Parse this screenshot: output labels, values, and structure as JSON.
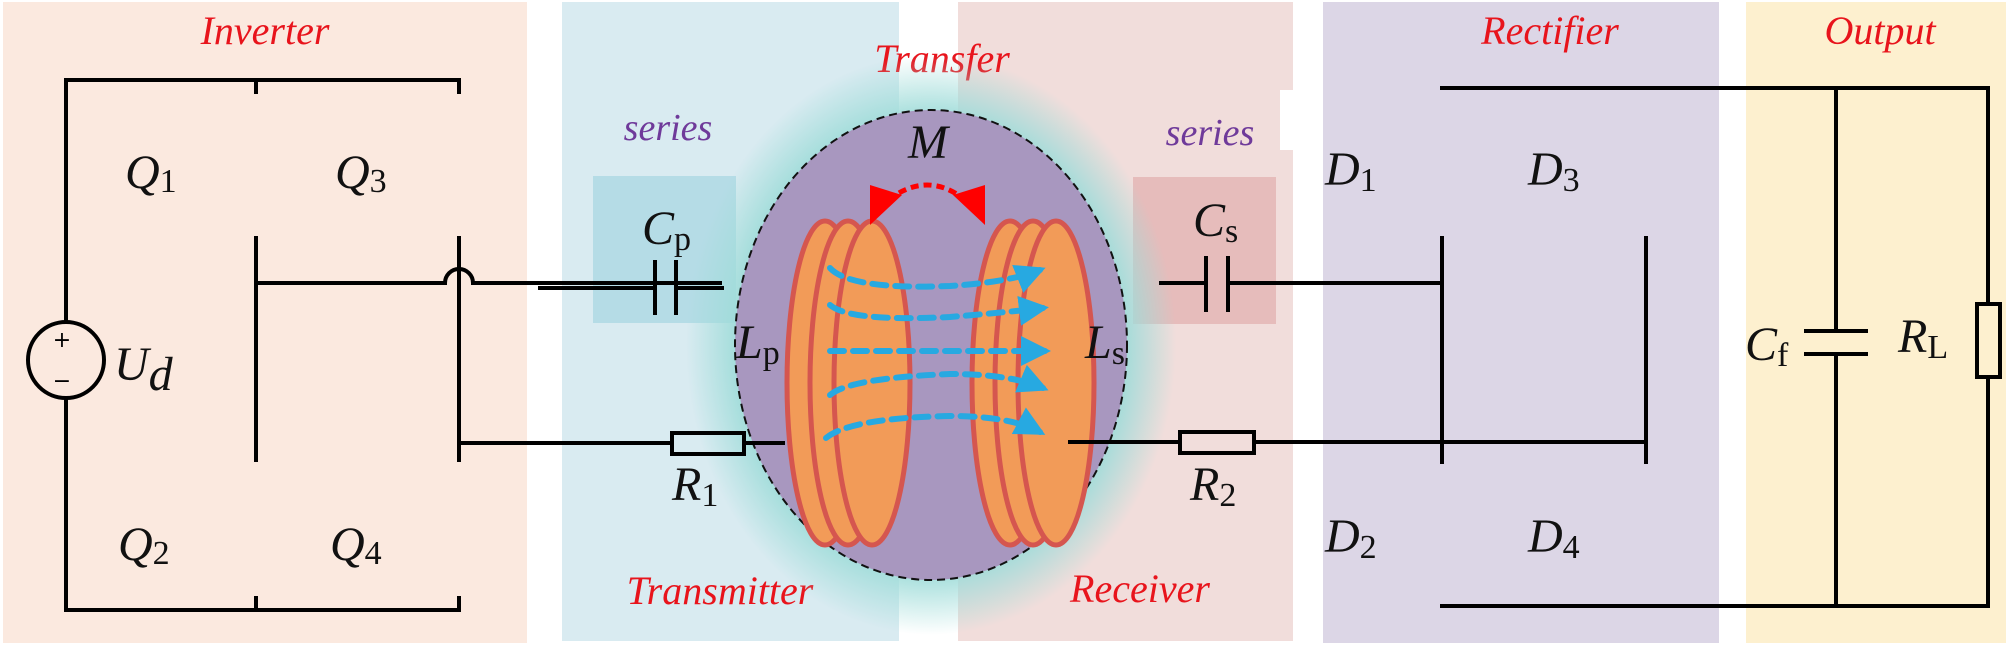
{
  "panels": {
    "inverter": {
      "title": "Inverter",
      "color": "#fbe9df"
    },
    "transmitter": {
      "title": "Transmitter",
      "series_label": "series",
      "color": "#d9ebf1"
    },
    "transfer": {
      "title": "Transfer"
    },
    "receiver": {
      "title": "Receiver",
      "series_label": "series",
      "color": "#f1dddb"
    },
    "rectifier": {
      "title": "Rectifier",
      "color": "#dcd6e6"
    },
    "output": {
      "title": "Output",
      "color": "#fdf0cf"
    }
  },
  "components": {
    "source": {
      "symbol": "U",
      "subscript": "d",
      "plus": "+",
      "minus": "−"
    },
    "switches": [
      {
        "symbol": "Q",
        "subscript": "1"
      },
      {
        "symbol": "Q",
        "subscript": "3"
      },
      {
        "symbol": "Q",
        "subscript": "2"
      },
      {
        "symbol": "Q",
        "subscript": "4"
      }
    ],
    "cp": {
      "symbol": "C",
      "subscript": "p"
    },
    "cs": {
      "symbol": "C",
      "subscript": "s"
    },
    "lp": {
      "symbol": "L",
      "subscript": "p"
    },
    "ls": {
      "symbol": "L",
      "subscript": "s"
    },
    "mutual": {
      "symbol": "M"
    },
    "r1": {
      "symbol": "R",
      "subscript": "1"
    },
    "r2": {
      "symbol": "R",
      "subscript": "2"
    },
    "diodes": [
      {
        "symbol": "D",
        "subscript": "1"
      },
      {
        "symbol": "D",
        "subscript": "3"
      },
      {
        "symbol": "D",
        "subscript": "2"
      },
      {
        "symbol": "D",
        "subscript": "4"
      }
    ],
    "cf": {
      "symbol": "C",
      "subscript": "f"
    },
    "rl": {
      "symbol": "R",
      "subscript": "L"
    }
  },
  "colors": {
    "title_red": "#e8141c",
    "series_purple": "#6f3a9a",
    "igbt_blue": "#1b77c4",
    "igbt_diode_fill": "#2f8a8a",
    "mosfet_orange": "#ec7a17",
    "coil_fill": "#f29b58",
    "coil_stroke": "#d5564f",
    "field_arrow": "#27a9e1",
    "mutual_arrow": "#ff0000",
    "coupling_zone": "#a897bf"
  }
}
